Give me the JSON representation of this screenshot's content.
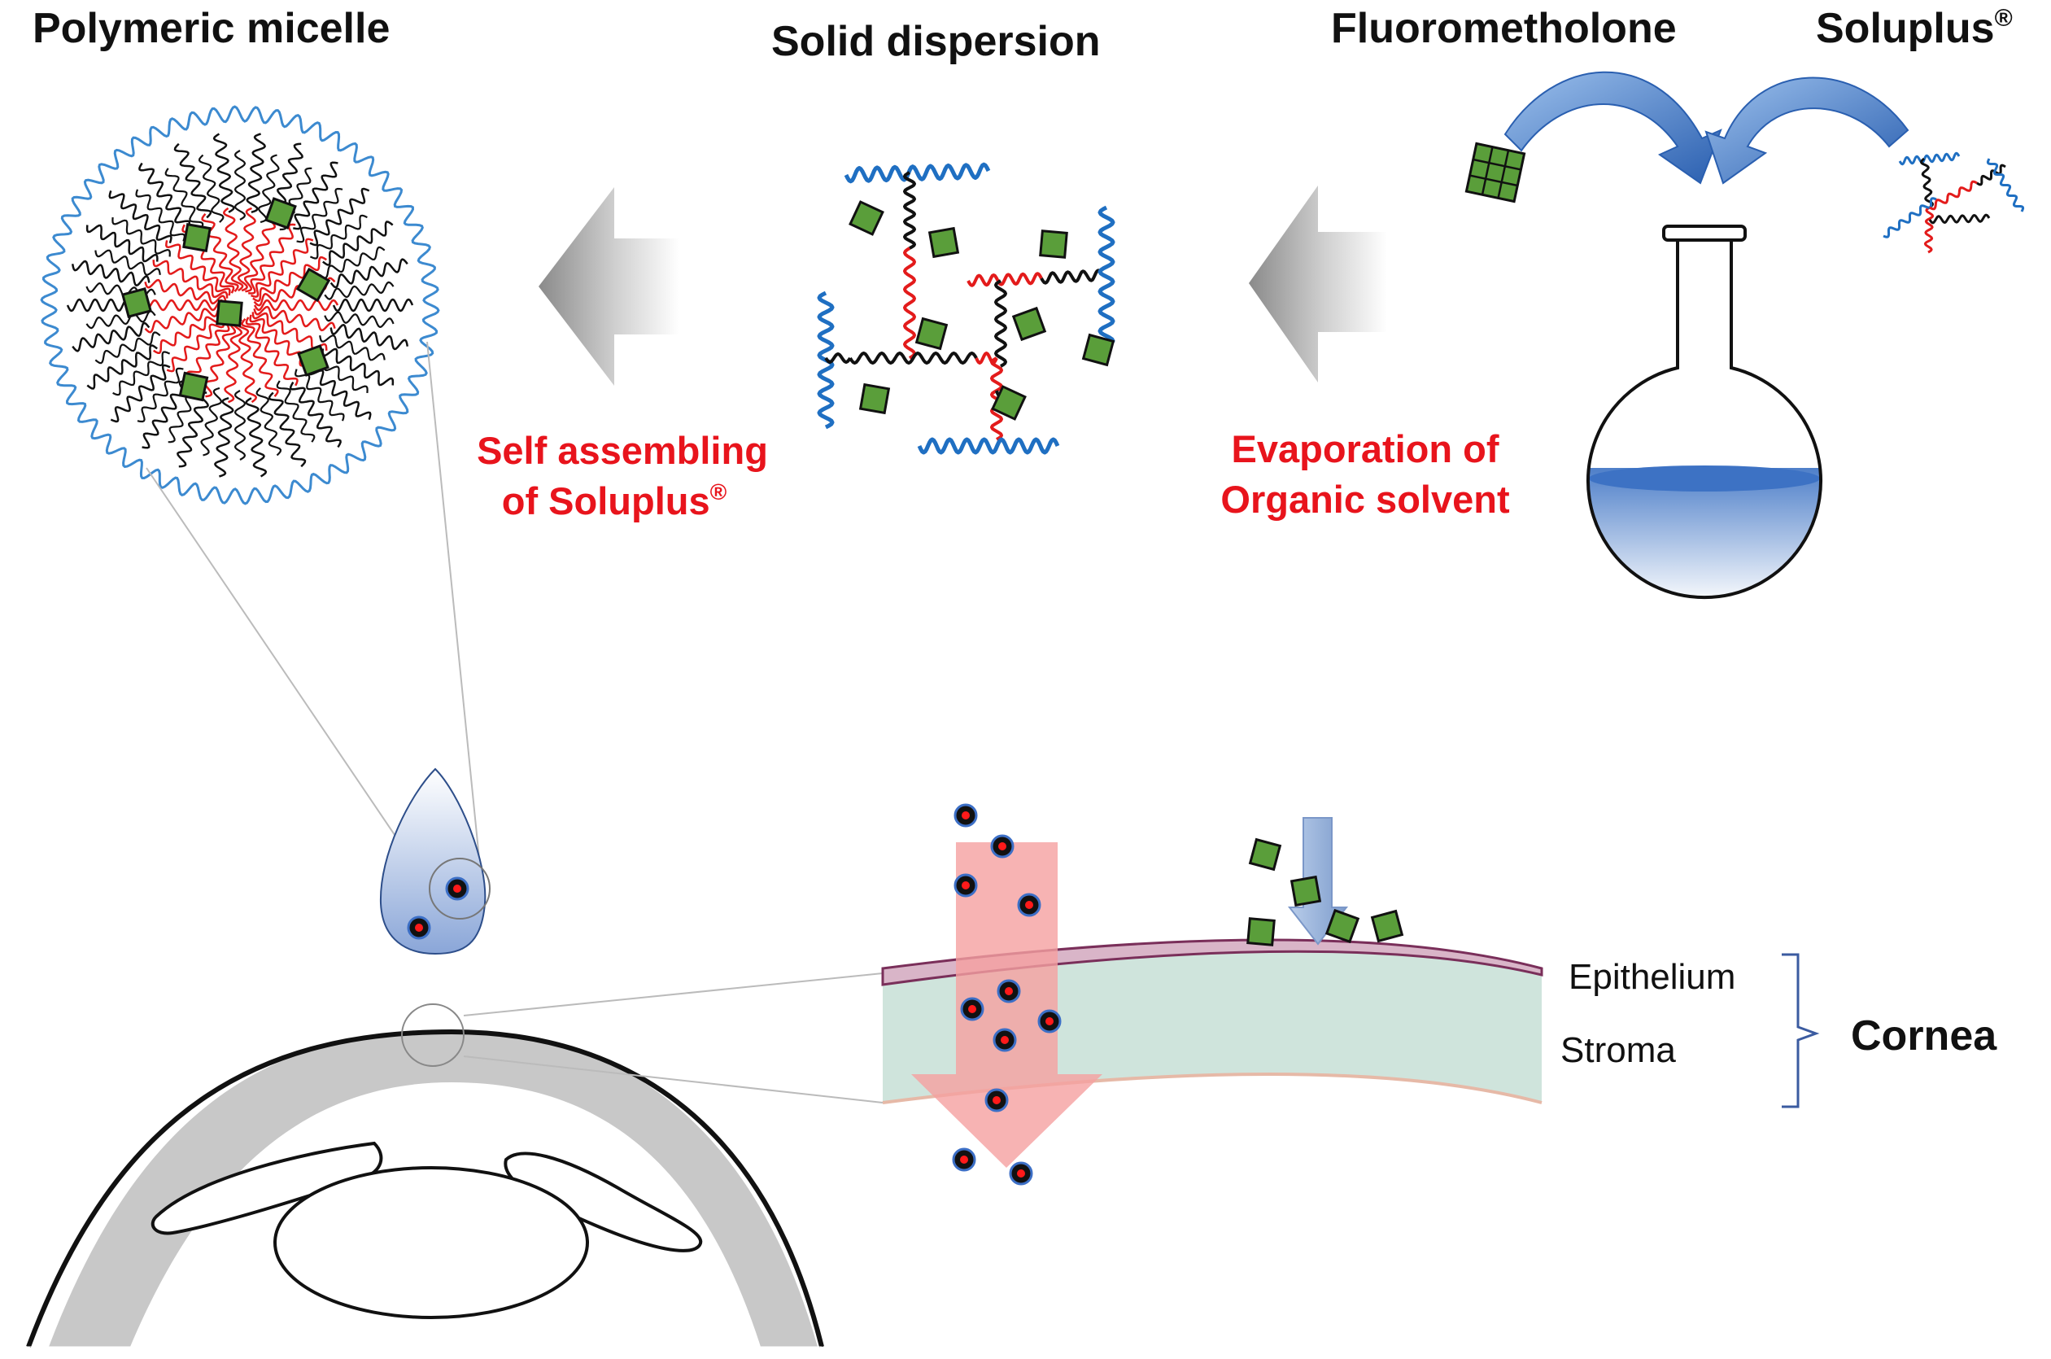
{
  "labels": {
    "polymeric_micelle": "Polymeric micelle",
    "solid_dispersion": "Solid dispersion",
    "fluorometholone": "Fluorometholone",
    "soluplus": "Soluplus",
    "registered_mark": "®",
    "self_assembling_line1": "Self assembling",
    "self_assembling_line2": "of Soluplus",
    "evaporation_line1": "Evaporation of",
    "evaporation_line2": "Organic solvent",
    "epithelium": "Epithelium",
    "stroma": "Stroma",
    "cornea": "Cornea"
  },
  "colors": {
    "drug_green": "#5a9e3a",
    "hydrophilic_blue": "#1f6fc2",
    "hydrophobic_red": "#e31b1b",
    "polymer_black": "#111111",
    "process_text_red": "#e8141c",
    "stroma_fill": "#cfe4dc",
    "epithelium_stroke": "#7a2f5a",
    "penetration_arrow": "#f5a0a0"
  }
}
